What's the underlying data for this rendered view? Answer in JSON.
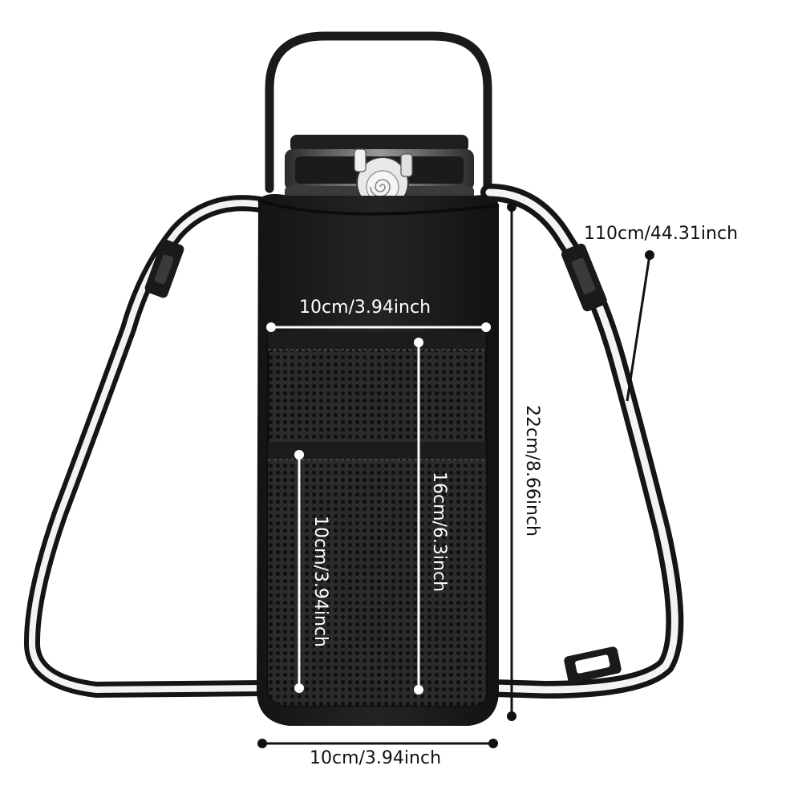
{
  "dimensions": {
    "strap_length": "110cm/44.31inch",
    "sleeve_height": "22cm/8.66inch",
    "bottom_width": "10cm/3.94inch",
    "top_width": "10cm/3.94inch",
    "large_pocket_height": "16cm/6.3inch",
    "small_pocket_height": "10cm/3.94inch"
  },
  "colors": {
    "sleeve": "#1c1c1c",
    "mesh": "#2a2a2a",
    "strap": "#151515",
    "annotation_white": "#ffffff",
    "annotation_black": "#111111"
  }
}
